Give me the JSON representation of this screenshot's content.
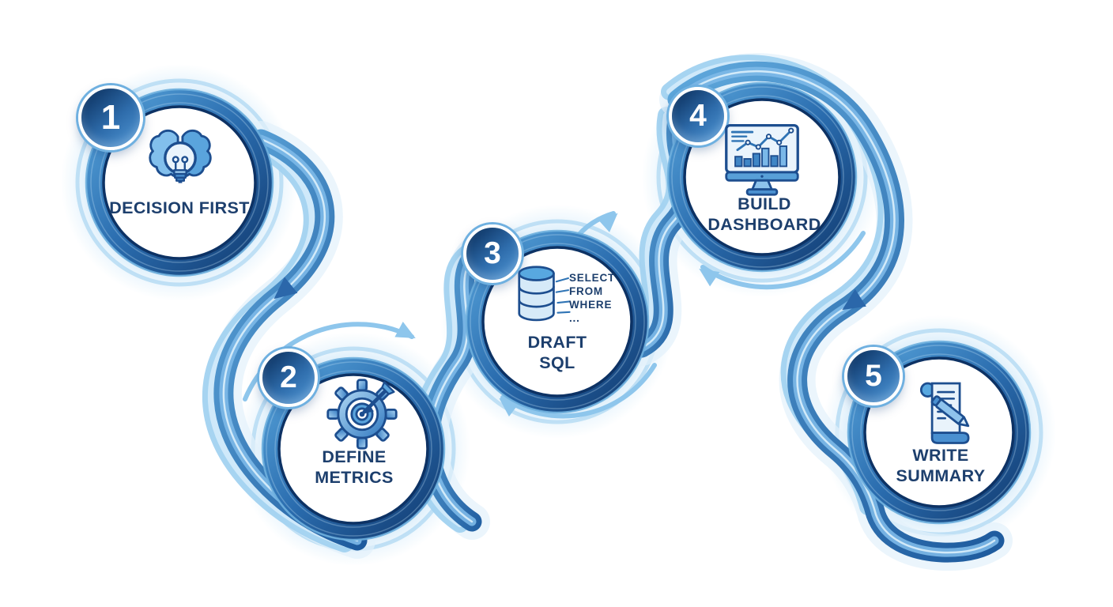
{
  "diagram": {
    "type": "process-flow",
    "background": "#ffffff",
    "steps": [
      {
        "number": "1",
        "label": "DECISION FIRST",
        "icon": "brain-lightbulb-icon"
      },
      {
        "number": "2",
        "label": "DEFINE METRICS",
        "icon": "gear-target-icon"
      },
      {
        "number": "3",
        "label": "DRAFT SQL",
        "icon": "database-icon",
        "sql_lines": [
          "SELECT",
          "FROM",
          "WHERE",
          "..."
        ]
      },
      {
        "number": "4",
        "label": "BUILD DASHBOARD",
        "icon": "dashboard-monitor-icon"
      },
      {
        "number": "5",
        "label": "WRITE SUMMARY",
        "icon": "scroll-pen-icon"
      }
    ],
    "colors": {
      "ring_dark": "#123c72",
      "ring_mid": "#2a6cae",
      "ring_light": "#57a3da",
      "ribbon_light": "#a2d2f0",
      "glow": "#bfe0f5",
      "text": "#1d3f6d",
      "badge_dark": "#123c6e",
      "badge_light": "#4e94d2",
      "icon_outline": "#1d4e8f"
    }
  }
}
